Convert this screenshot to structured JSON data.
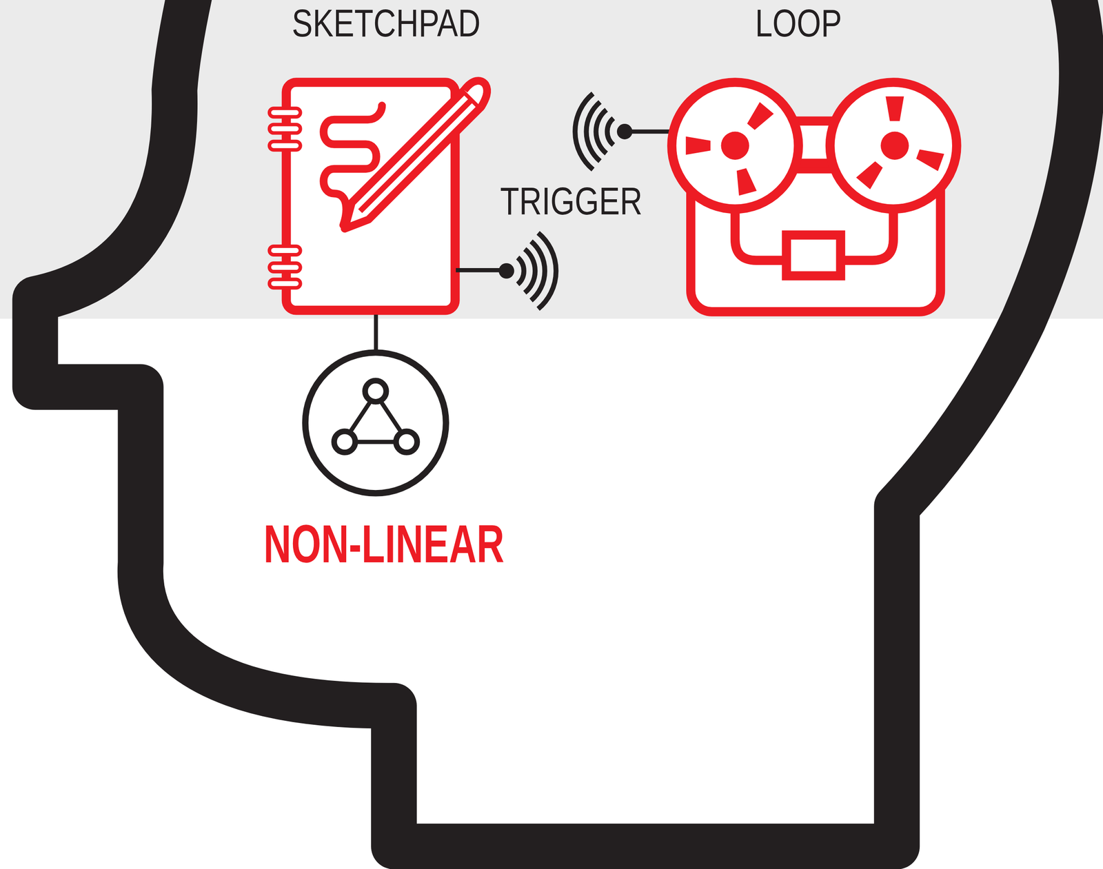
{
  "diagram": {
    "nodes": [
      {
        "text": [
          "SKETCHPAD"
        ]
      },
      {
        "text": [
          "LOOP"
        ]
      },
      {
        "text": [
          "NON-LINEAR"
        ]
      }
    ],
    "edges": [
      {
        "from": 0,
        "to": 2,
        "arrow": "none"
      }
    ],
    "labels": [
      "TRIGGER"
    ]
  }
}
